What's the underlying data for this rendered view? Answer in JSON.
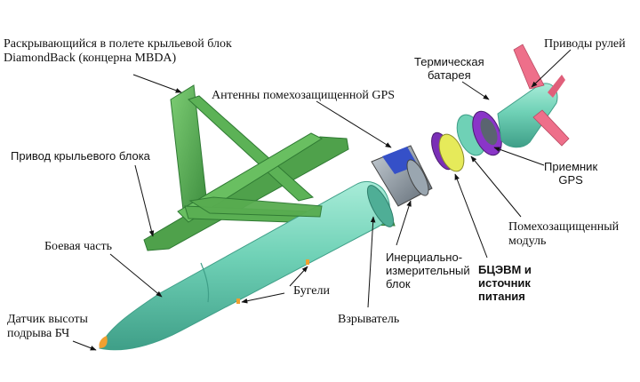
{
  "labels": {
    "wing_kit": [
      "Раскрывающийся в полете крыльевой блок",
      "DiamondBack (концерна MBDA)"
    ],
    "gps_antennas": "Антенны помехозащищенной GPS",
    "rudder_actuators": "Приводы рулей",
    "thermal_battery": [
      "Термическая",
      "батарея"
    ],
    "wing_actuator": "Привод крыльевого блока",
    "gps_receiver": [
      "Приемник",
      "GPS"
    ],
    "anti_jam_module": [
      "Помехозащищенный",
      "модуль"
    ],
    "warhead": "Боевая часть",
    "imu": [
      "Инерциально-",
      "измерительный",
      "блок"
    ],
    "computer_power": [
      "БЦЭВМ и",
      "источник",
      "питания"
    ],
    "lugs": "Бугели",
    "fuze": "Взрыватель",
    "altimeter": [
      "Датчик высоты",
      "подрыва БЧ"
    ]
  },
  "colors": {
    "body": "#6fd1b6",
    "body_shadow": "#3f9f88",
    "wing": "#56ad52",
    "wing_dark": "#2f7a33",
    "fins": "#ee6f8a",
    "purple_ring": "#8a35c8",
    "yellow_disc": "#e6ea5a",
    "gray_module": "#7d8a95",
    "blue_module": "#3550c8",
    "orange_tip": "#f0a030"
  }
}
